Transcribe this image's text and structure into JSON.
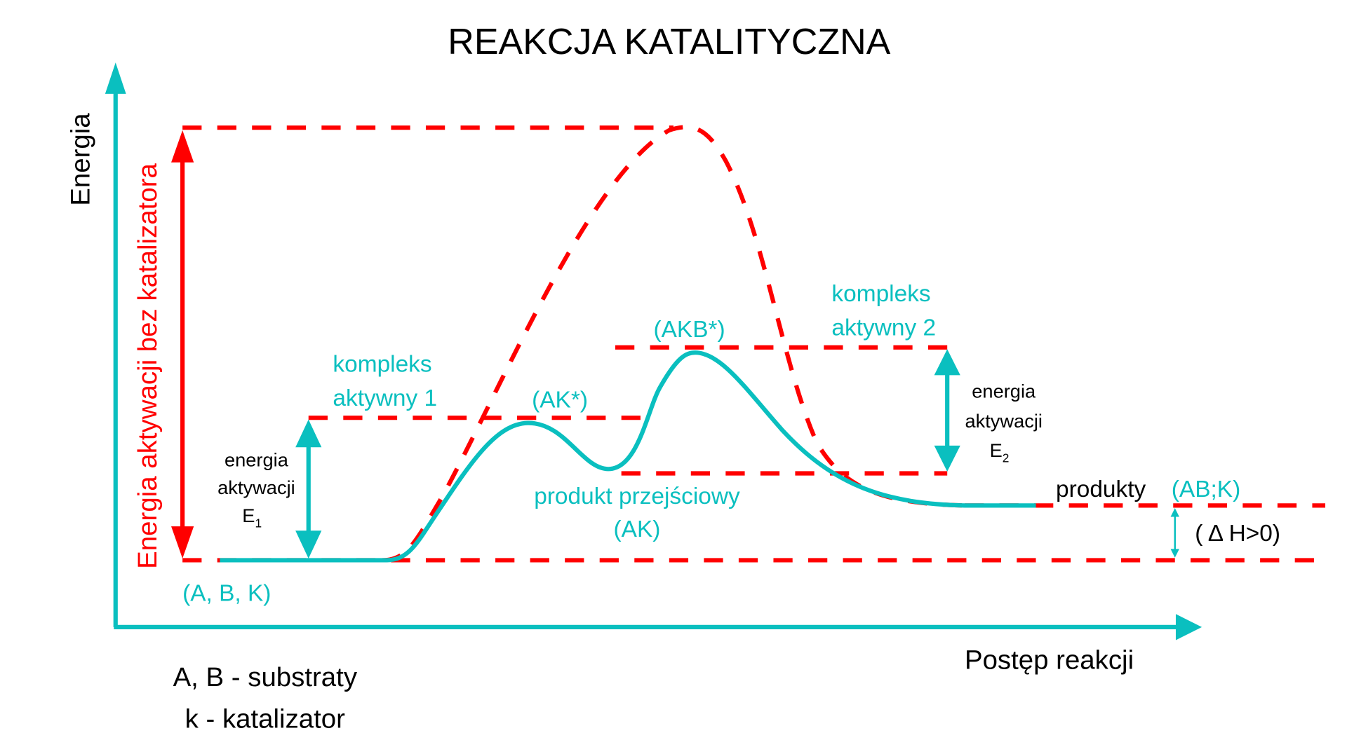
{
  "title": "REAKCJA KATALITYCZNA",
  "colors": {
    "accent_teal": "#0abfbf",
    "uncatalyzed_red": "#ff0000",
    "text": "#000000"
  },
  "axes": {
    "y_label": "Energia",
    "x_label": "Postęp reakcji"
  },
  "uncatalyzed": {
    "label": "Energia aktywacji bez katalizatora"
  },
  "states": {
    "reactants": "(A, B, K)",
    "complex1_line1": "kompleks",
    "complex1_line2": "aktywny 1",
    "complex1_formula": "(AK*)",
    "complex2_line1": "kompleks",
    "complex2_line2": "aktywny 2",
    "complex2_formula": "(AKB*)",
    "intermediate_line1": "produkt przejściowy",
    "intermediate_line2": "(AK)",
    "products_label": "produkty",
    "products_formula": "(AB;K)"
  },
  "activation": {
    "e1_line1": "energia",
    "e1_line2": "aktywacji",
    "e1_symbol": "E",
    "e1_sub": "1",
    "e2_line1": "energia",
    "e2_line2": "aktywacji",
    "e2_symbol": "E",
    "e2_sub": "2"
  },
  "enthalpy": "( Δ H>0)",
  "legend": {
    "line1": "A, B - substraty",
    "line2": "k - katalizator"
  }
}
